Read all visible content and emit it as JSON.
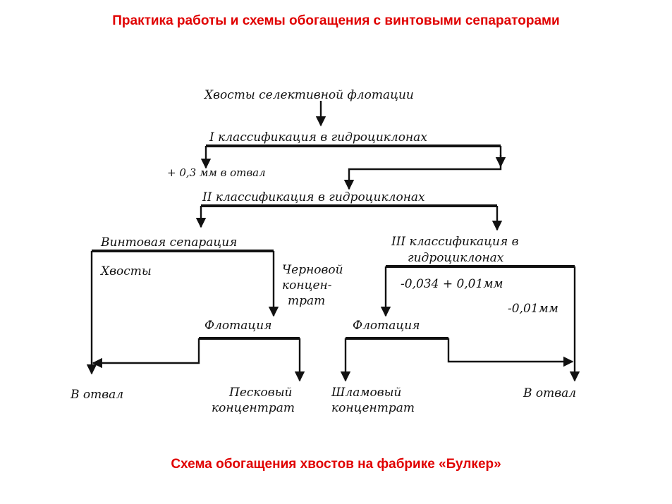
{
  "slide": {
    "title": "Практика работы и схемы обогащения с винтовыми сепараторами",
    "caption": "Схема обогащения хвостов на фабрике «Булкер»"
  },
  "diagram": {
    "source": "Хвосты селективной флотации",
    "class1": "I классификация в гидроциклонах",
    "plus03": "+ 0,3 мм в отвал",
    "class2": "II классификация в гидроциклонах",
    "spiral": "Винтовая сепарация",
    "tails": "Хвосты",
    "rough1": "Черновой",
    "rough2": "концен-",
    "rough3": "трат",
    "class3a": "III классификация в",
    "class3b": "гидроциклонах",
    "frac1": "-0,034 + 0,01мм",
    "frac2": "-0,01мм",
    "flot1": "Флотация",
    "flot2": "Флотация",
    "waste1": "В отвал",
    "sand1": "Песковый",
    "sand2": "концентрат",
    "slime1": "Шламовый",
    "slime2": "концентрат",
    "waste2": "В отвал"
  }
}
